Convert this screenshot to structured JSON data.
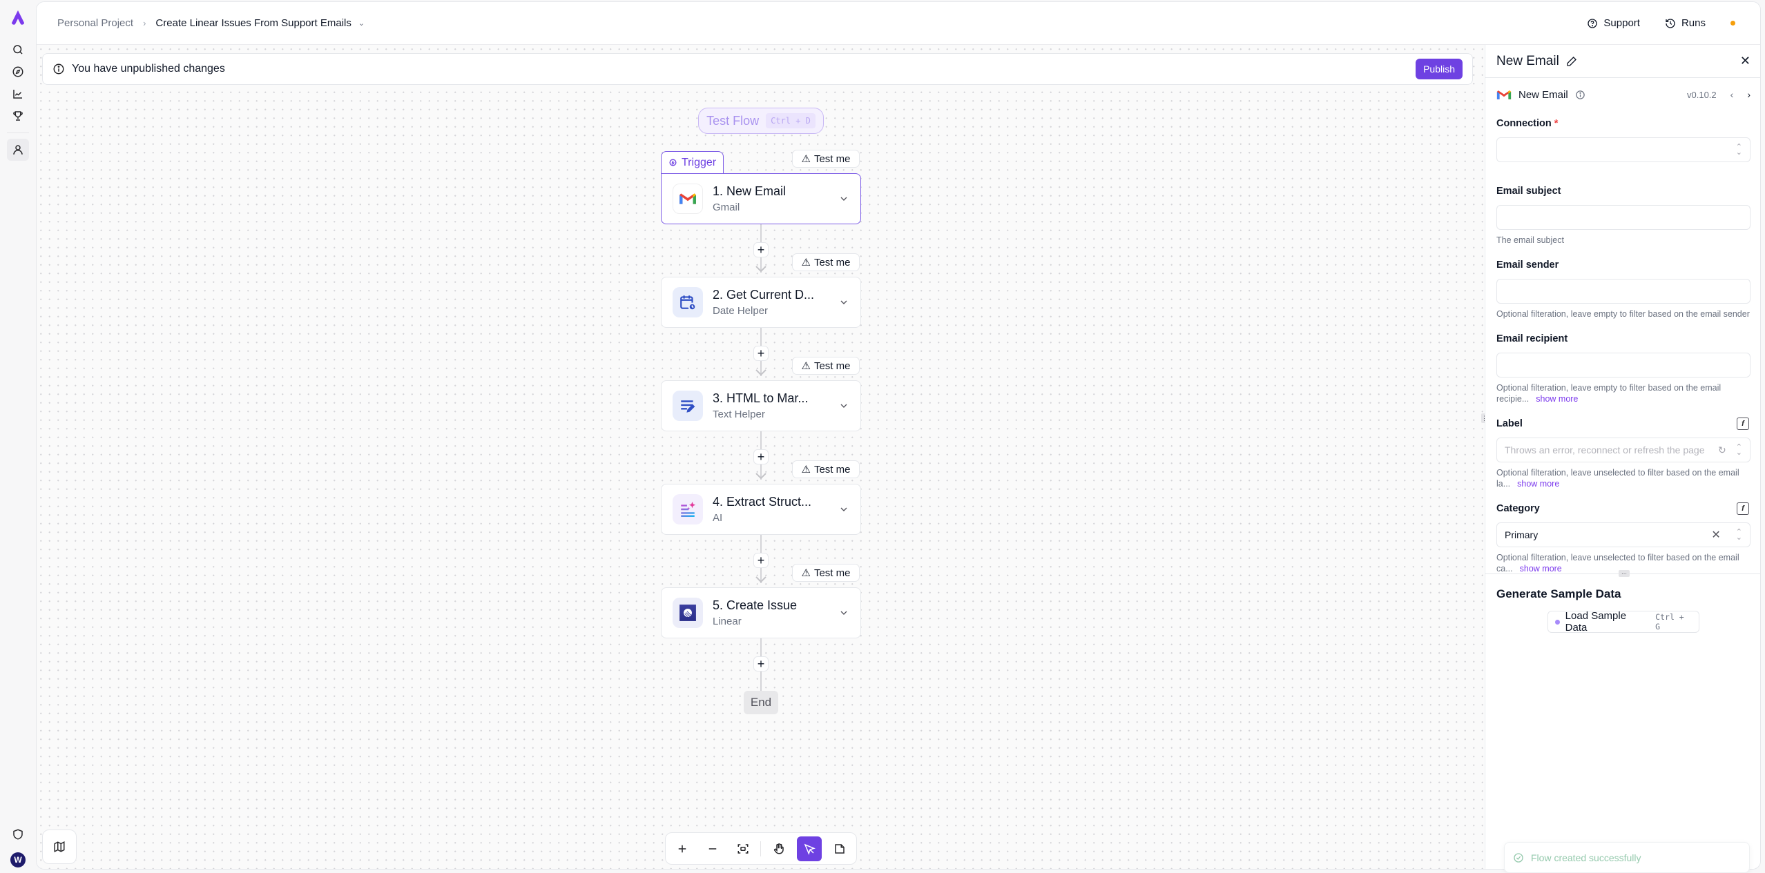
{
  "breadcrumb": {
    "project": "Personal Project",
    "flow_name": "Create Linear Issues From Support Emails"
  },
  "header": {
    "support_label": "Support",
    "runs_label": "Runs",
    "status_dot_color": "#f59e0b"
  },
  "banner": {
    "message": "You have unpublished changes",
    "publish_label": "Publish"
  },
  "canvas": {
    "test_flow_label": "Test Flow",
    "test_flow_shortcut": "Ctrl + D",
    "trigger_tab_label": "Trigger",
    "test_me_label": "Test me",
    "end_label": "End",
    "steps": [
      {
        "title": "1. New Email",
        "subtitle": "Gmail",
        "icon": "gmail-icon"
      },
      {
        "title": "2. Get Current D...",
        "subtitle": "Date Helper",
        "icon": "calendar-clock-icon"
      },
      {
        "title": "3. HTML to Mar...",
        "subtitle": "Text Helper",
        "icon": "text-edit-icon"
      },
      {
        "title": "4. Extract Struct...",
        "subtitle": "AI",
        "icon": "ai-sparkle-icon"
      },
      {
        "title": "5. Create Issue",
        "subtitle": "Linear",
        "icon": "linear-icon"
      }
    ]
  },
  "toolbar": {
    "tools": [
      "zoom-in",
      "zoom-out",
      "fit-view",
      "pan",
      "select",
      "note"
    ],
    "active_tool": "select",
    "accent": "#6e41e2"
  },
  "panel": {
    "title": "New Email",
    "piece_name": "New Email",
    "version": "v0.10.2",
    "fields": {
      "connection": {
        "label": "Connection",
        "required_mark": "*",
        "value": ""
      },
      "email_subject": {
        "label": "Email subject",
        "value": "",
        "help": "The email subject"
      },
      "email_sender": {
        "label": "Email sender",
        "value": "",
        "help": "Optional filteration, leave empty to filter based on the email sender"
      },
      "email_recipient": {
        "label": "Email recipient",
        "value": "",
        "help": "Optional filteration, leave empty to filter based on the email recipie...",
        "show_more": "show more"
      },
      "label": {
        "label": "Label",
        "placeholder": "Throws an error, reconnect or refresh the page",
        "help": "Optional filteration, leave unselected to filter based on the email la...",
        "show_more": "show more"
      },
      "category": {
        "label": "Category",
        "value": "Primary",
        "help": "Optional filteration, leave unselected to filter based on the email ca...",
        "show_more": "show more"
      }
    },
    "sample_data": {
      "heading": "Generate Sample Data",
      "button_label": "Load Sample Data",
      "shortcut": "Ctrl + G"
    }
  },
  "toast": {
    "message": "Flow created successfully"
  }
}
